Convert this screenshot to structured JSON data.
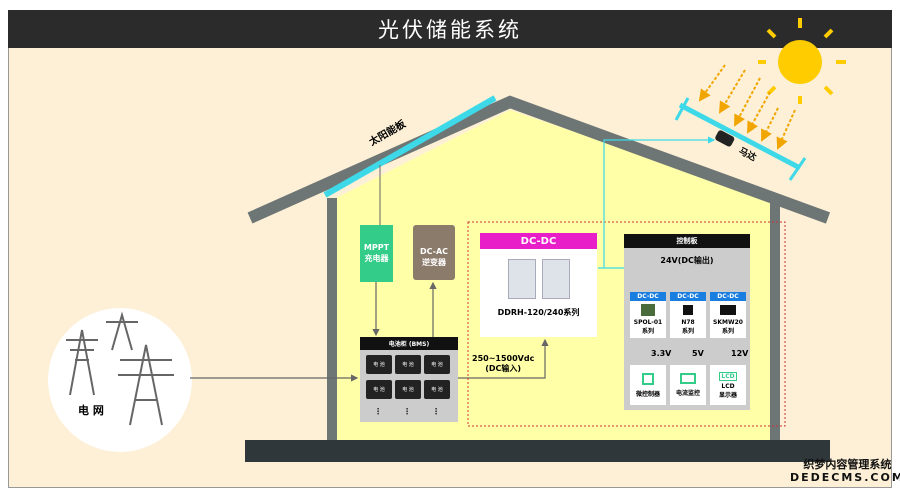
{
  "title": "光伏储能系统",
  "solar_panel_label": "太阳能板",
  "motor_label": "马达",
  "grid_label": "电 网",
  "mppt": {
    "line1": "MPPT",
    "line2": "充电器"
  },
  "inverter": {
    "line1": "DC-AC",
    "line2": "逆变器"
  },
  "battery_cabinet": {
    "title": "电池柜 (BMS)",
    "cell_label": "电 池",
    "more": "⋮"
  },
  "dc_input": {
    "line1": "250~1500Vdc",
    "line2": "(DC输入)"
  },
  "dcdc_module": {
    "header": "DC-DC",
    "caption": "DDRH-120/240系列"
  },
  "control_board": {
    "title": "控制板",
    "bus": "24V(DC输出)",
    "modules": [
      {
        "header": "DC-DC",
        "name": "SPOL-01",
        "series": "系列",
        "voltage": "3.3V",
        "load": "微控制器"
      },
      {
        "header": "DC-DC",
        "name": "N78",
        "series": "系列",
        "voltage": "5V",
        "load": "电流监控"
      },
      {
        "header": "DC-DC",
        "name": "SKMW20",
        "series": "系列",
        "voltage": "12V",
        "load": "LCD\n显示器",
        "load_icon": "LCD"
      }
    ]
  },
  "watermark": {
    "line1": "织梦内容管理系统",
    "line2": "DEDECMS.COM"
  },
  "colors": {
    "cyan": "#3dd9e8",
    "magenta": "#e81ec8",
    "green": "#33cc88",
    "blue": "#1a7de0"
  }
}
